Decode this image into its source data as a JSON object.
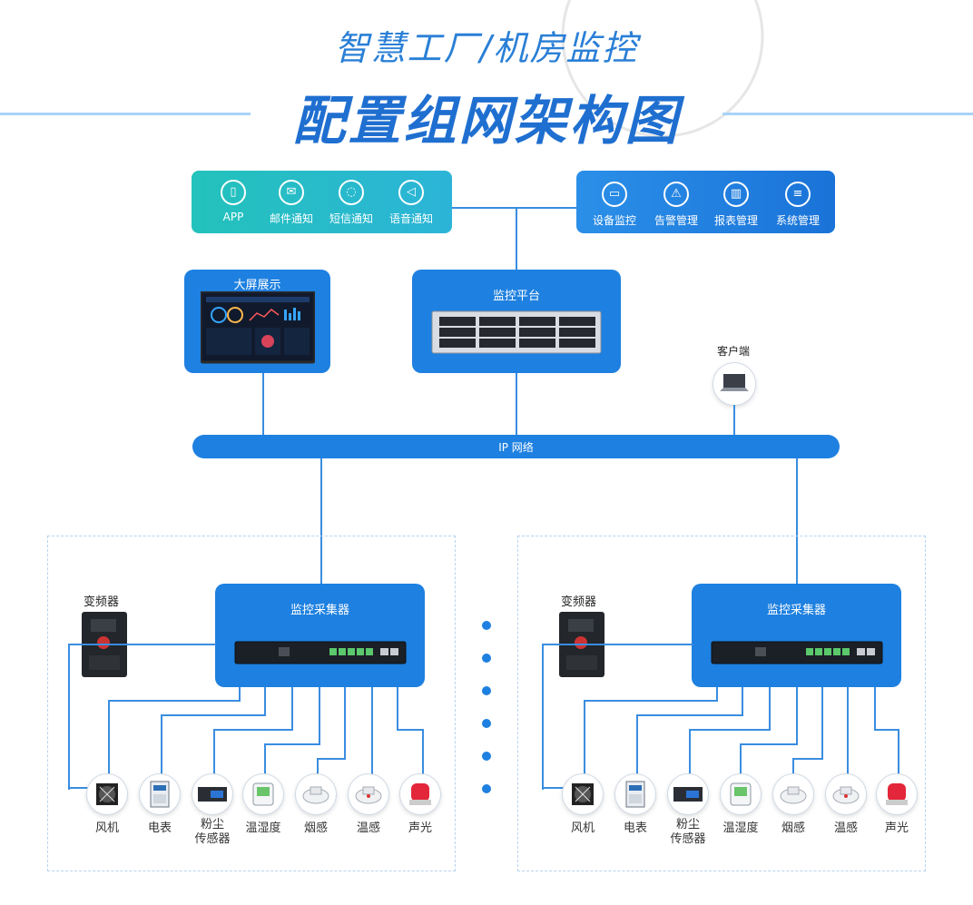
{
  "header": {
    "title_line1": "智慧工厂/机房监控",
    "title_line2": "配置组网架构图"
  },
  "notify_panel": {
    "items": [
      {
        "label": "APP",
        "icon": "phone-icon"
      },
      {
        "label": "邮件通知",
        "icon": "mail-icon"
      },
      {
        "label": "短信通知",
        "icon": "chat-icon"
      },
      {
        "label": "语音通知",
        "icon": "speaker-icon"
      }
    ]
  },
  "function_panel": {
    "items": [
      {
        "label": "设备监控",
        "icon": "monitor-icon"
      },
      {
        "label": "告警管理",
        "icon": "alarm-icon"
      },
      {
        "label": "报表管理",
        "icon": "bar-chart-icon"
      },
      {
        "label": "系统管理",
        "icon": "database-icon"
      }
    ]
  },
  "big_screen": {
    "label": "大屏展示"
  },
  "platform": {
    "label": "监控平台"
  },
  "client": {
    "label": "客户端"
  },
  "network": {
    "label": "IP 网络"
  },
  "sites": [
    {
      "inverter_label": "变频器",
      "collector_label": "监控采集器",
      "sensors": [
        {
          "label": "风机",
          "icon": "fan-icon"
        },
        {
          "label": "电表",
          "icon": "meter-icon"
        },
        {
          "label": "粉尘\n传感器",
          "icon": "dust-sensor-icon"
        },
        {
          "label": "温湿度",
          "icon": "humidity-icon"
        },
        {
          "label": "烟感",
          "icon": "smoke-detector-icon"
        },
        {
          "label": "温感",
          "icon": "heat-detector-icon"
        },
        {
          "label": "声光",
          "icon": "siren-icon"
        }
      ]
    },
    {
      "inverter_label": "变频器",
      "collector_label": "监控采集器",
      "sensors": [
        {
          "label": "风机",
          "icon": "fan-icon"
        },
        {
          "label": "电表",
          "icon": "meter-icon"
        },
        {
          "label": "粉尘\n传感器",
          "icon": "dust-sensor-icon"
        },
        {
          "label": "温湿度",
          "icon": "humidity-icon"
        },
        {
          "label": "烟感",
          "icon": "smoke-detector-icon"
        },
        {
          "label": "温感",
          "icon": "heat-detector-icon"
        },
        {
          "label": "声光",
          "icon": "siren-icon"
        }
      ]
    }
  ],
  "colors": {
    "accent_blue": "#1e80e0",
    "teal": "#23c2bb",
    "title_blue": "#1f6fd0",
    "line_blue": "#3a8de0"
  }
}
